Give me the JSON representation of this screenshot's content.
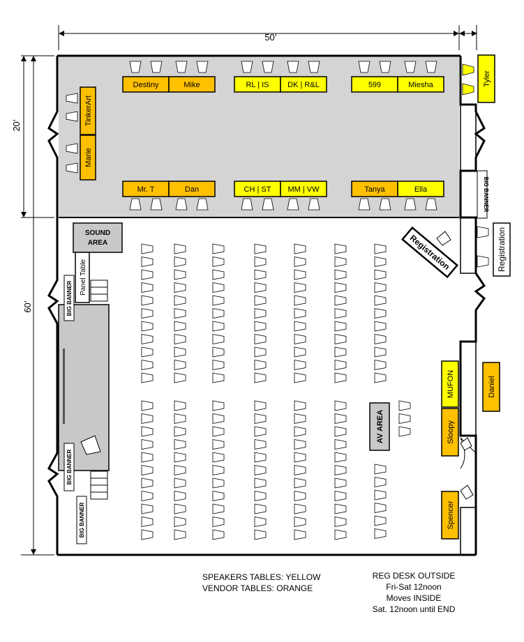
{
  "dimensions": {
    "width": "50’",
    "vertical_top": "20’",
    "vertical_full": "60’"
  },
  "colors": {
    "speaker": "#ffff00",
    "vendor": "#ffc000",
    "vendor_room": "#d4d4d4",
    "block": "#c8c8c8",
    "line": "#000000"
  },
  "tables_top": [
    "Destiny",
    "Mike",
    "RL | IS",
    "DK | R&L",
    "599",
    "Miesha"
  ],
  "tables_bottom": [
    "Mr. T",
    "Dan",
    "CH | ST",
    "MM | VW",
    "Tanya",
    "Ella"
  ],
  "tables_top_kind": [
    "vendor",
    "vendor",
    "speaker",
    "speaker",
    "speaker",
    "speaker"
  ],
  "tables_bottom_kind": [
    "vendor",
    "vendor",
    "speaker",
    "speaker",
    "vendor",
    "speaker"
  ],
  "side_tables": {
    "tinkerart": "TinkerArt",
    "marie": "Marie",
    "tyler": "Tyler",
    "mufon": "MUFON",
    "sloopy": "Sloopy",
    "spencer": "Spencer",
    "daniel": "Daniel"
  },
  "areas": {
    "sound_line1": "SOUND",
    "sound_line2": "AREA",
    "av": "AV AREA",
    "panel_table": "Panel Table",
    "registration_inside": "Registration",
    "registration_outside": "Registration"
  },
  "banner": "BIG BANNER",
  "legend": {
    "speakers": "SPEAKERS TABLES: YELLOW",
    "vendors": "VENDOR TABLES: ORANGE"
  },
  "reg_note": [
    "REG DESK OUTSIDE",
    "Fri-Sat 12noon",
    "Moves INSIDE",
    "Sat. 12noon until END"
  ]
}
